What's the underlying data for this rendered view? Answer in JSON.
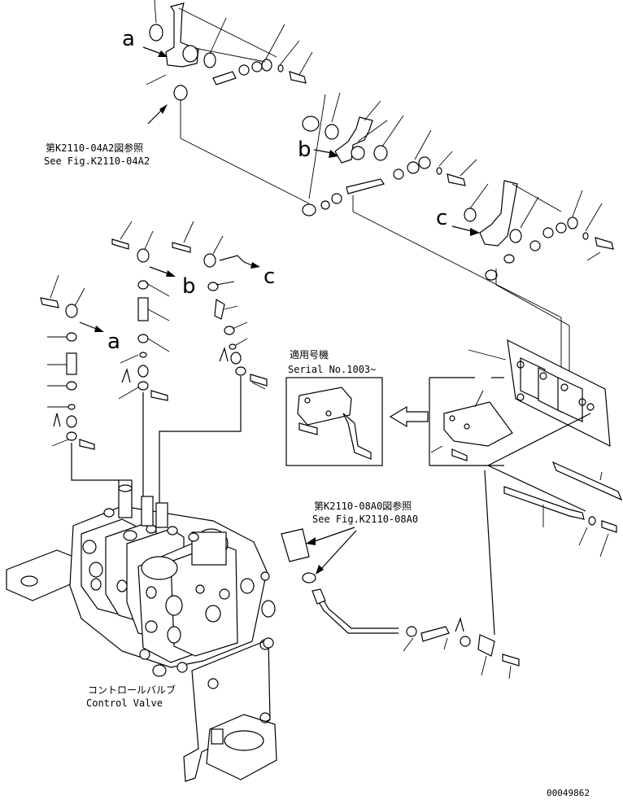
{
  "callouts": {
    "a_top": "a",
    "b_top": "b",
    "c_top": "c",
    "b_mid": "b",
    "c_mid": "c",
    "a_mid": "a"
  },
  "refs": {
    "ref_04a2_jp": "第K2110-04A2図参照",
    "ref_04a2_en": "See Fig.K2110-04A2",
    "ref_08a0_jp": "第K2110-08A0図参照",
    "ref_08a0_en": "See Fig.K2110-08A0"
  },
  "serial_box": {
    "jp": "適用号機",
    "en": "Serial No.1003~"
  },
  "control_valve": {
    "jp": "コントロールバルブ",
    "en": "Control Valve"
  },
  "drawing_number": "00049862",
  "icons": [
    "arrow-icon"
  ]
}
